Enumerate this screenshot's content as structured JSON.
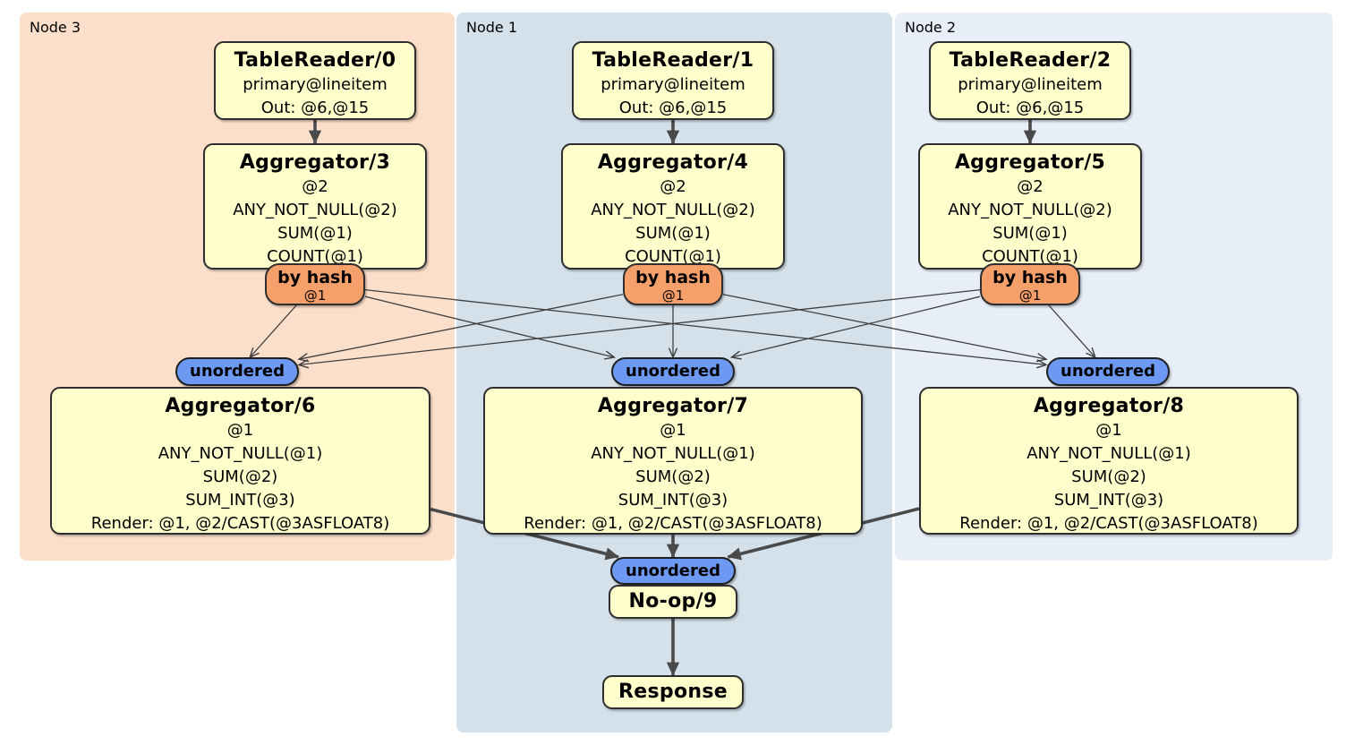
{
  "regions": {
    "node3": {
      "label": "Node 3",
      "bg": "#fcdfcb"
    },
    "node1": {
      "label": "Node 1",
      "bg": "#d4e1eb"
    },
    "node2": {
      "label": "Node 2",
      "bg": "#e8eef7"
    }
  },
  "nodes": {
    "tr0": {
      "title": "TableReader/0",
      "lines": [
        "primary@lineitem",
        "Out: @6,@15"
      ]
    },
    "tr1": {
      "title": "TableReader/1",
      "lines": [
        "primary@lineitem",
        "Out: @6,@15"
      ]
    },
    "tr2": {
      "title": "TableReader/2",
      "lines": [
        "primary@lineitem",
        "Out: @6,@15"
      ]
    },
    "agg3": {
      "title": "Aggregator/3",
      "lines": [
        "@2",
        "ANY_NOT_NULL(@2)",
        "SUM(@1)",
        "COUNT(@1)"
      ]
    },
    "agg4": {
      "title": "Aggregator/4",
      "lines": [
        "@2",
        "ANY_NOT_NULL(@2)",
        "SUM(@1)",
        "COUNT(@1)"
      ]
    },
    "agg5": {
      "title": "Aggregator/5",
      "lines": [
        "@2",
        "ANY_NOT_NULL(@2)",
        "SUM(@1)",
        "COUNT(@1)"
      ]
    },
    "bh3": {
      "label": "by hash",
      "sub": "@1"
    },
    "bh4": {
      "label": "by hash",
      "sub": "@1"
    },
    "bh5": {
      "label": "by hash",
      "sub": "@1"
    },
    "u6": {
      "label": "unordered"
    },
    "u7": {
      "label": "unordered"
    },
    "u8": {
      "label": "unordered"
    },
    "agg6": {
      "title": "Aggregator/6",
      "lines": [
        "@1",
        "ANY_NOT_NULL(@1)",
        "SUM(@2)",
        "SUM_INT(@3)",
        "Render: @1, @2/CAST(@3ASFLOAT8)"
      ]
    },
    "agg7": {
      "title": "Aggregator/7",
      "lines": [
        "@1",
        "ANY_NOT_NULL(@1)",
        "SUM(@2)",
        "SUM_INT(@3)",
        "Render: @1, @2/CAST(@3ASFLOAT8)"
      ]
    },
    "agg8": {
      "title": "Aggregator/8",
      "lines": [
        "@1",
        "ANY_NOT_NULL(@1)",
        "SUM(@2)",
        "SUM_INT(@3)",
        "Render: @1, @2/CAST(@3ASFLOAT8)"
      ]
    },
    "ufinal": {
      "label": "unordered"
    },
    "noop": {
      "title": "No-op/9"
    },
    "resp": {
      "title": "Response"
    }
  },
  "edges": [
    {
      "from": "tr0",
      "to": "agg3",
      "w": "thick"
    },
    {
      "from": "tr1",
      "to": "agg4",
      "w": "thick"
    },
    {
      "from": "tr2",
      "to": "agg5",
      "w": "thick"
    },
    {
      "from": "bh3",
      "to": "u6",
      "w": "thin"
    },
    {
      "from": "bh3",
      "to": "u7",
      "w": "thin"
    },
    {
      "from": "bh3",
      "to": "u8",
      "w": "thin"
    },
    {
      "from": "bh4",
      "to": "u6",
      "w": "thin"
    },
    {
      "from": "bh4",
      "to": "u7",
      "w": "thin"
    },
    {
      "from": "bh4",
      "to": "u8",
      "w": "thin"
    },
    {
      "from": "bh5",
      "to": "u6",
      "w": "thin"
    },
    {
      "from": "bh5",
      "to": "u7",
      "w": "thin"
    },
    {
      "from": "bh5",
      "to": "u8",
      "w": "thin"
    },
    {
      "from": "agg6",
      "to": "ufinal",
      "w": "thick"
    },
    {
      "from": "agg7",
      "to": "ufinal",
      "w": "thick"
    },
    {
      "from": "agg8",
      "to": "ufinal",
      "w": "thick"
    },
    {
      "from": "noop",
      "to": "resp",
      "w": "thick"
    }
  ],
  "colors": {
    "region_node3_bg": "#fcdfcb",
    "region_node1_bg": "#d4e1eb",
    "region_node2_bg": "#e8eef7",
    "processor_fill": "#ffffcc",
    "hash_router_fill": "#f5a06b",
    "stream_router_fill": "#6d99f2",
    "edge_stroke": "#4a4a4a"
  }
}
